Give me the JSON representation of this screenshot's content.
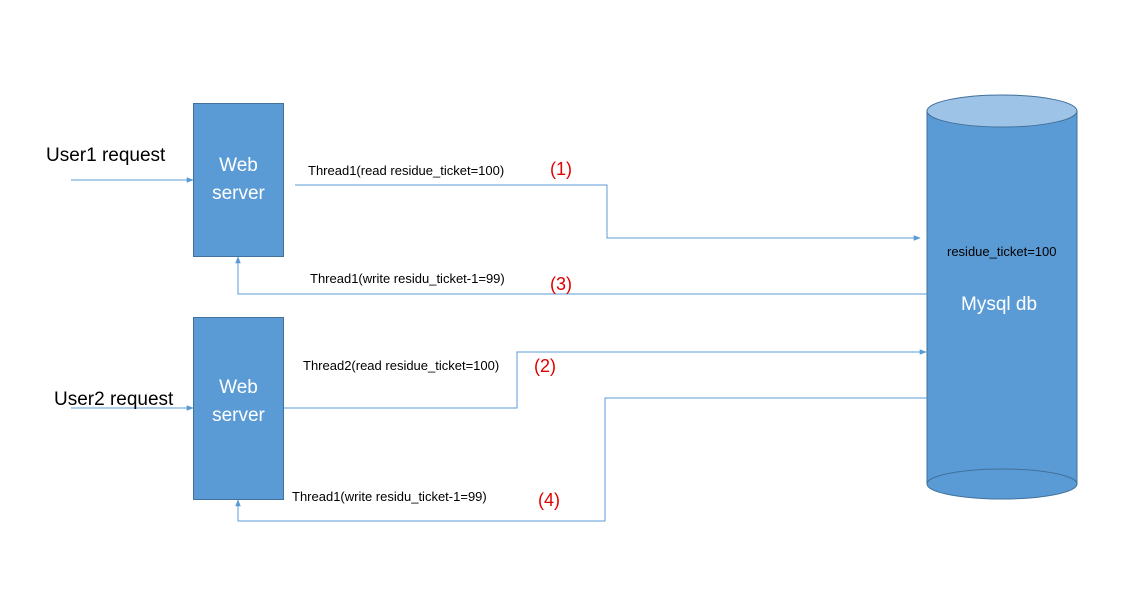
{
  "users": {
    "user1": "User1 request",
    "user2": "User2 request"
  },
  "servers": {
    "server1_line1": "Web",
    "server1_line2": "server",
    "server2_line1": "Web",
    "server2_line2": "server"
  },
  "database": {
    "name": "Mysql db",
    "value": "residue_ticket=100"
  },
  "flows": {
    "f1_label": "Thread1(read residue_ticket=100)",
    "f1_step": "(1)",
    "f2_label": "Thread2(read residue_ticket=100)",
    "f2_step": "(2)",
    "f3_label": "Thread1(write residu_ticket-1=99)",
    "f3_step": "(3)",
    "f4_label": "Thread1(write residu_ticket-1=99)",
    "f4_step": "(4)"
  },
  "colors": {
    "box_fill": "#5b9bd5",
    "db_top": "#9dc3e6",
    "line": "#5b9bd5",
    "step_text": "#e00000"
  }
}
